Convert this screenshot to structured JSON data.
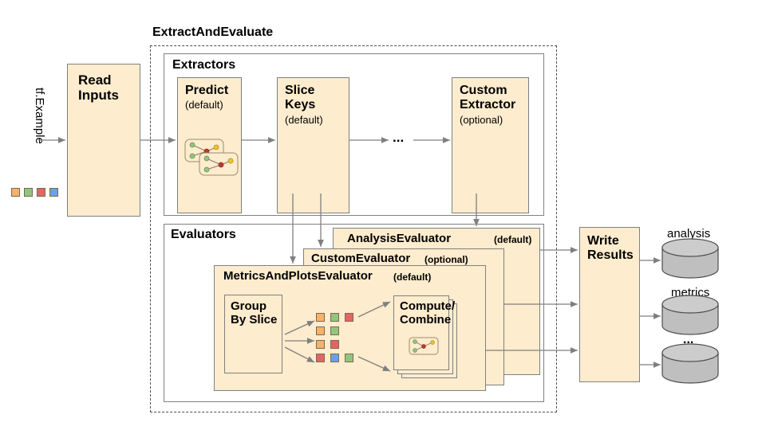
{
  "diagram": {
    "title_group": "ExtractAndEvaluate",
    "input_label": "tf.Example",
    "read_inputs": "Read\nInputs",
    "extractors_label": "Extractors",
    "evaluators_label": "Evaluators",
    "ellipsis": "...",
    "write_results": "Write\nResults"
  },
  "extractors": [
    {
      "name": "Predict",
      "qualifier": "(default)"
    },
    {
      "name": "Slice\nKeys",
      "qualifier": "(default)"
    },
    {
      "name": "Custom\nExtractor",
      "qualifier": "(optional)"
    }
  ],
  "evaluators": [
    {
      "name": "AnalysisEvaluator",
      "qualifier": "(default)"
    },
    {
      "name": "CustomEvaluator",
      "qualifier": "(optional)"
    },
    {
      "name": "MetricsAndPlotsEvaluator",
      "qualifier": "(default)"
    }
  ],
  "metrics_inner": {
    "group_by_slice": "Group\nBy Slice",
    "compute_combine": "Compute/\nCombine",
    "slice_rows": [
      [
        "orange",
        "green",
        "red"
      ],
      [
        "orange",
        "green"
      ],
      [
        "orange",
        "red"
      ],
      [
        "red",
        "blue",
        "green"
      ]
    ]
  },
  "outputs": [
    {
      "label": "analysis"
    },
    {
      "label": "metrics"
    },
    {
      "label": "..."
    }
  ],
  "input_swatches": [
    "orange",
    "green",
    "red",
    "blue"
  ],
  "colors": {
    "box_fill": "#fdeccd",
    "box_stroke": "#808080",
    "dashed_stroke": "#4d4d4d",
    "arrow": "#7f7f7f",
    "cylinder": "#bfbfbf",
    "orange": "#f5b26b",
    "green": "#93c47d",
    "red": "#e06666",
    "blue": "#6d9eeb"
  }
}
